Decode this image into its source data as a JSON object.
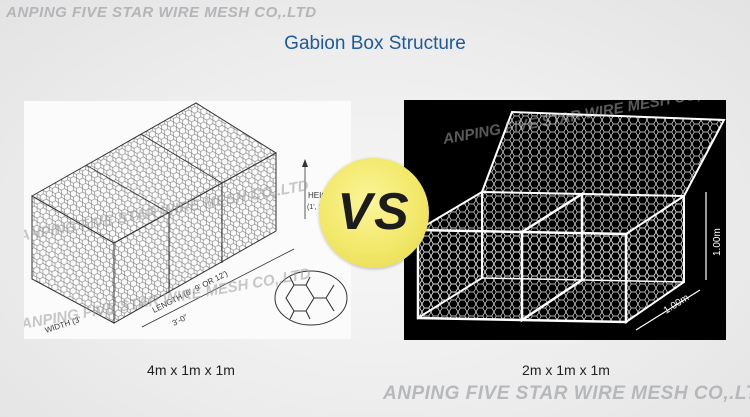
{
  "watermark_top": "ANPING FIVE STAR WIRE MESH CO,.LTD",
  "title": "Gabion Box Structure",
  "left_image": {
    "caption": "4m x 1m x 1m",
    "labels": {
      "height": "HEIGH",
      "height_sub": "(1', 1",
      "length": "LENGTH (6', 9' OR 12')",
      "length_sub": "3'-0\"",
      "width": "WIDTH (3'"
    },
    "watermarks": [
      "ANPING FIVE STAR WIRE MESH CO,.LTD",
      "ANPING FIVE STAR WIRE MESH CO,.LTD"
    ]
  },
  "right_image": {
    "caption": "2m x 1m x 1m",
    "labels": {
      "height_dim": "1.00m",
      "width_dim": "1.00m"
    },
    "watermarks": [
      "ANPING FIVE STAR WIRE MESH CO,.LTD"
    ]
  },
  "badge": {
    "text": "VS"
  },
  "watermark_bottom": "ANPING FIVE STAR WIRE MESH CO,.LTD",
  "colors": {
    "title": "#1f5a9a",
    "badge": "#f2e86a",
    "watermark": "#b9bcc0"
  }
}
